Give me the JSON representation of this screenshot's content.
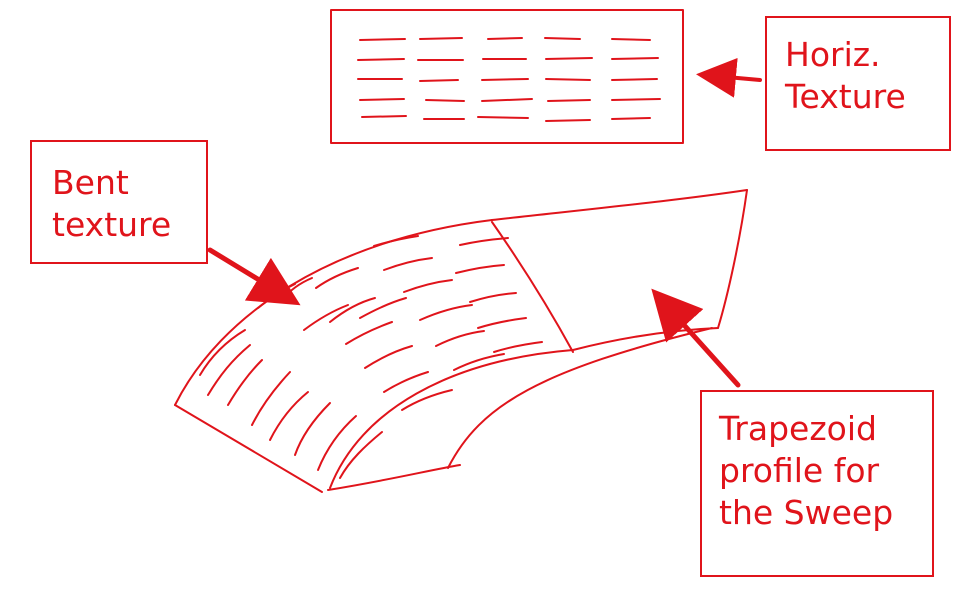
{
  "colors": {
    "accent": "#e0141b"
  },
  "labels": {
    "horiz_texture": [
      "Horiz.",
      "Texture"
    ],
    "bent_texture": [
      "Bent",
      "texture"
    ],
    "trapezoid": [
      "Trapezoid",
      "profile for",
      "the Sweep"
    ]
  }
}
